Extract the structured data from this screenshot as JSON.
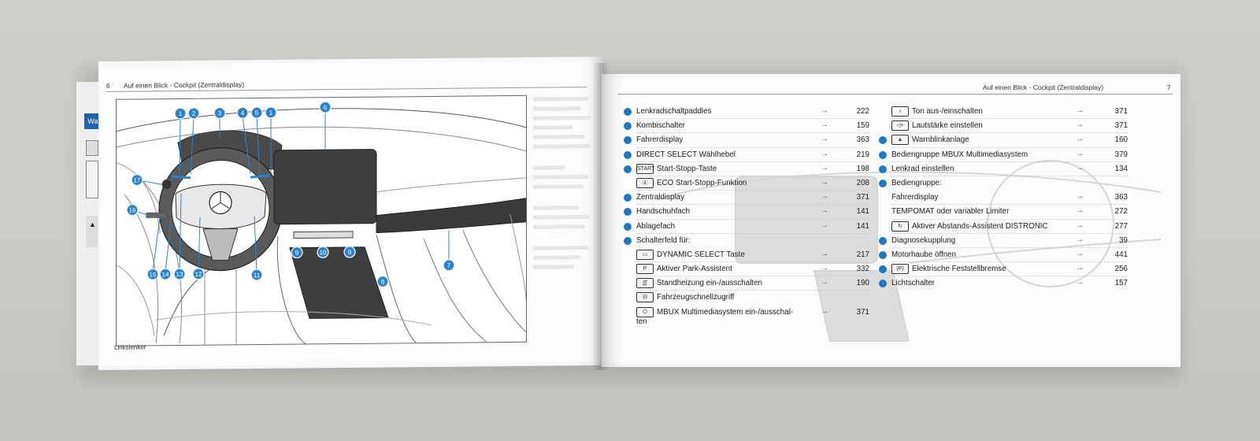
{
  "left_page": {
    "page_number": "6",
    "header": "Auf einen Blick - Cockpit (Zentraldisplay)",
    "footer": "Linkslenker",
    "back_tab": "Wa",
    "callouts": [
      "1",
      "2",
      "3",
      "4",
      "5",
      "1",
      "6",
      "17",
      "16",
      "15",
      "14",
      "13",
      "12",
      "11",
      "9",
      "10",
      "9",
      "8",
      "7"
    ]
  },
  "right_page": {
    "page_number": "7",
    "header": "Auf einen Blick - Cockpit (Zentraldisplay)",
    "arrow": "→",
    "left_column": [
      {
        "label": "Lenkradschaltpaddles",
        "page": "222",
        "bullet": true
      },
      {
        "label": "Kombischalter",
        "page": "159",
        "bullet": true
      },
      {
        "label": "Fahrerdisplay",
        "page": "363",
        "bullet": true
      },
      {
        "label": "DIRECT SELECT Wählhebel",
        "page": "219",
        "bullet": true
      },
      {
        "label": "Start-Stopp-Taste",
        "page": "198",
        "bullet": true,
        "glyph": "START"
      },
      {
        "label": "ECO Start-Stopp-Funktion",
        "page": "208",
        "bullet": false,
        "glyph": "Ⓐ"
      },
      {
        "label": "Zentraldisplay",
        "page": "371",
        "bullet": true
      },
      {
        "label": "Handschuhfach",
        "page": "141",
        "bullet": true
      },
      {
        "label": "Ablagefach",
        "page": "141",
        "bullet": true
      },
      {
        "label": "Schalterfeld für:",
        "page": "",
        "bullet": true
      },
      {
        "label": "DYNAMIC SELECT Taste",
        "page": "217",
        "bullet": false,
        "glyph": "▭"
      },
      {
        "label": "Aktiver Park-Assistent",
        "page": "332",
        "bullet": false,
        "glyph": "P"
      },
      {
        "label": "Standheizung ein-/ausschalten",
        "page": "190",
        "bullet": false,
        "glyph": "∭"
      },
      {
        "label": "Fahrzeugschnellzugriff",
        "page": "",
        "bullet": false,
        "glyph": "⊟"
      },
      {
        "label": "MBUX Multimediasystem ein-/ausschal-",
        "label2": "ten",
        "page": "371",
        "bullet": false,
        "glyph": "⏻"
      }
    ],
    "right_column": [
      {
        "label": "Ton aus-/einschalten",
        "page": "371",
        "bullet": false,
        "glyph": "♪"
      },
      {
        "label": "Lautstärke einstellen",
        "page": "371",
        "bullet": false,
        "glyph": "◁+"
      },
      {
        "label": "Warnblinkanlage",
        "page": "160",
        "bullet": true,
        "glyph": "▲"
      },
      {
        "label": "Bediengruppe MBUX Multimediasystem",
        "page": "379",
        "bullet": true
      },
      {
        "label": "Lenkrad einstellen",
        "page": "134",
        "bullet": true
      },
      {
        "label": "Bediengruppe:",
        "page": "",
        "bullet": true
      },
      {
        "label": "Fahrerdisplay",
        "page": "363",
        "bullet": false
      },
      {
        "label": "TEMPOMAT oder variabler Limiter",
        "page": "272",
        "bullet": false
      },
      {
        "label": "Aktiver Abstands-Assistent DISTRONIC",
        "page": "277",
        "bullet": false,
        "glyph": "↻"
      },
      {
        "label": "Diagnosekupplung",
        "page": "39",
        "bullet": true
      },
      {
        "label": "Motorhaube öffnen",
        "page": "441",
        "bullet": true
      },
      {
        "label": "Elektrische Feststellbremse",
        "page": "256",
        "bullet": true,
        "glyph": "(P)"
      },
      {
        "label": "Lichtschalter",
        "page": "157",
        "bullet": true
      }
    ]
  }
}
